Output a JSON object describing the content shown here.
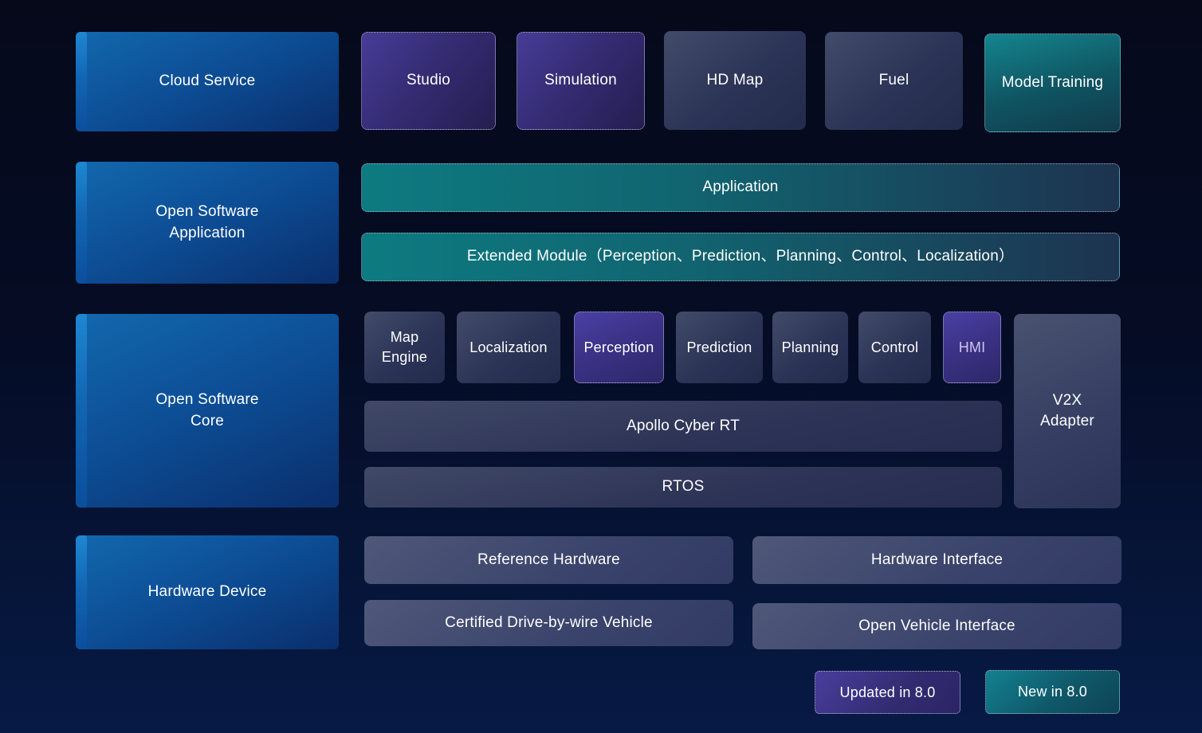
{
  "diagram": {
    "layers": [
      {
        "label": "Cloud Service",
        "items": [
          {
            "label": "Studio",
            "style": "updated"
          },
          {
            "label": "Simulation",
            "style": "updated"
          },
          {
            "label": "HD Map",
            "style": "default"
          },
          {
            "label": "Fuel",
            "style": "default"
          },
          {
            "label": "Model Training",
            "style": "new"
          }
        ]
      },
      {
        "label": "Open Software Application",
        "items": [
          {
            "label": "Application",
            "style": "new"
          },
          {
            "label": "Extended Module（Perception、Prediction、Planning、Control、Localization）",
            "style": "new"
          }
        ]
      },
      {
        "label": "Open Software Core",
        "items": [
          {
            "label": "Map Engine",
            "style": "default"
          },
          {
            "label": "Localization",
            "style": "default"
          },
          {
            "label": "Perception",
            "style": "updated"
          },
          {
            "label": "Prediction",
            "style": "default"
          },
          {
            "label": "Planning",
            "style": "default"
          },
          {
            "label": "Control",
            "style": "default"
          },
          {
            "label": "HMI",
            "style": "updated"
          },
          {
            "label": "V2X Adapter",
            "style": "default"
          },
          {
            "label": "Apollo Cyber RT",
            "style": "default"
          },
          {
            "label": "RTOS",
            "style": "default"
          }
        ]
      },
      {
        "label": "Hardware Device",
        "items": [
          {
            "label": "Reference Hardware",
            "style": "default"
          },
          {
            "label": "Hardware Interface",
            "style": "default"
          },
          {
            "label": "Certified Drive-by-wire Vehicle",
            "style": "default"
          },
          {
            "label": "Open Vehicle Interface",
            "style": "default"
          }
        ]
      }
    ],
    "legend": [
      {
        "label": "Updated in 8.0",
        "style": "updated",
        "color": "#453c96"
      },
      {
        "label": "New in 8.0",
        "style": "new",
        "color": "#11808e"
      }
    ],
    "colors": {
      "background_top": "#05091a",
      "background_bottom": "#071a45",
      "layer_blue": "#0d5aa2",
      "layer_stripe_blue": "#1f87d1",
      "updated_purple": "#473c97",
      "new_teal": "#0e7d85",
      "neutral_slate": "#39425f",
      "hmi_text": "#cfc3f1",
      "text": "#ffffff"
    }
  }
}
